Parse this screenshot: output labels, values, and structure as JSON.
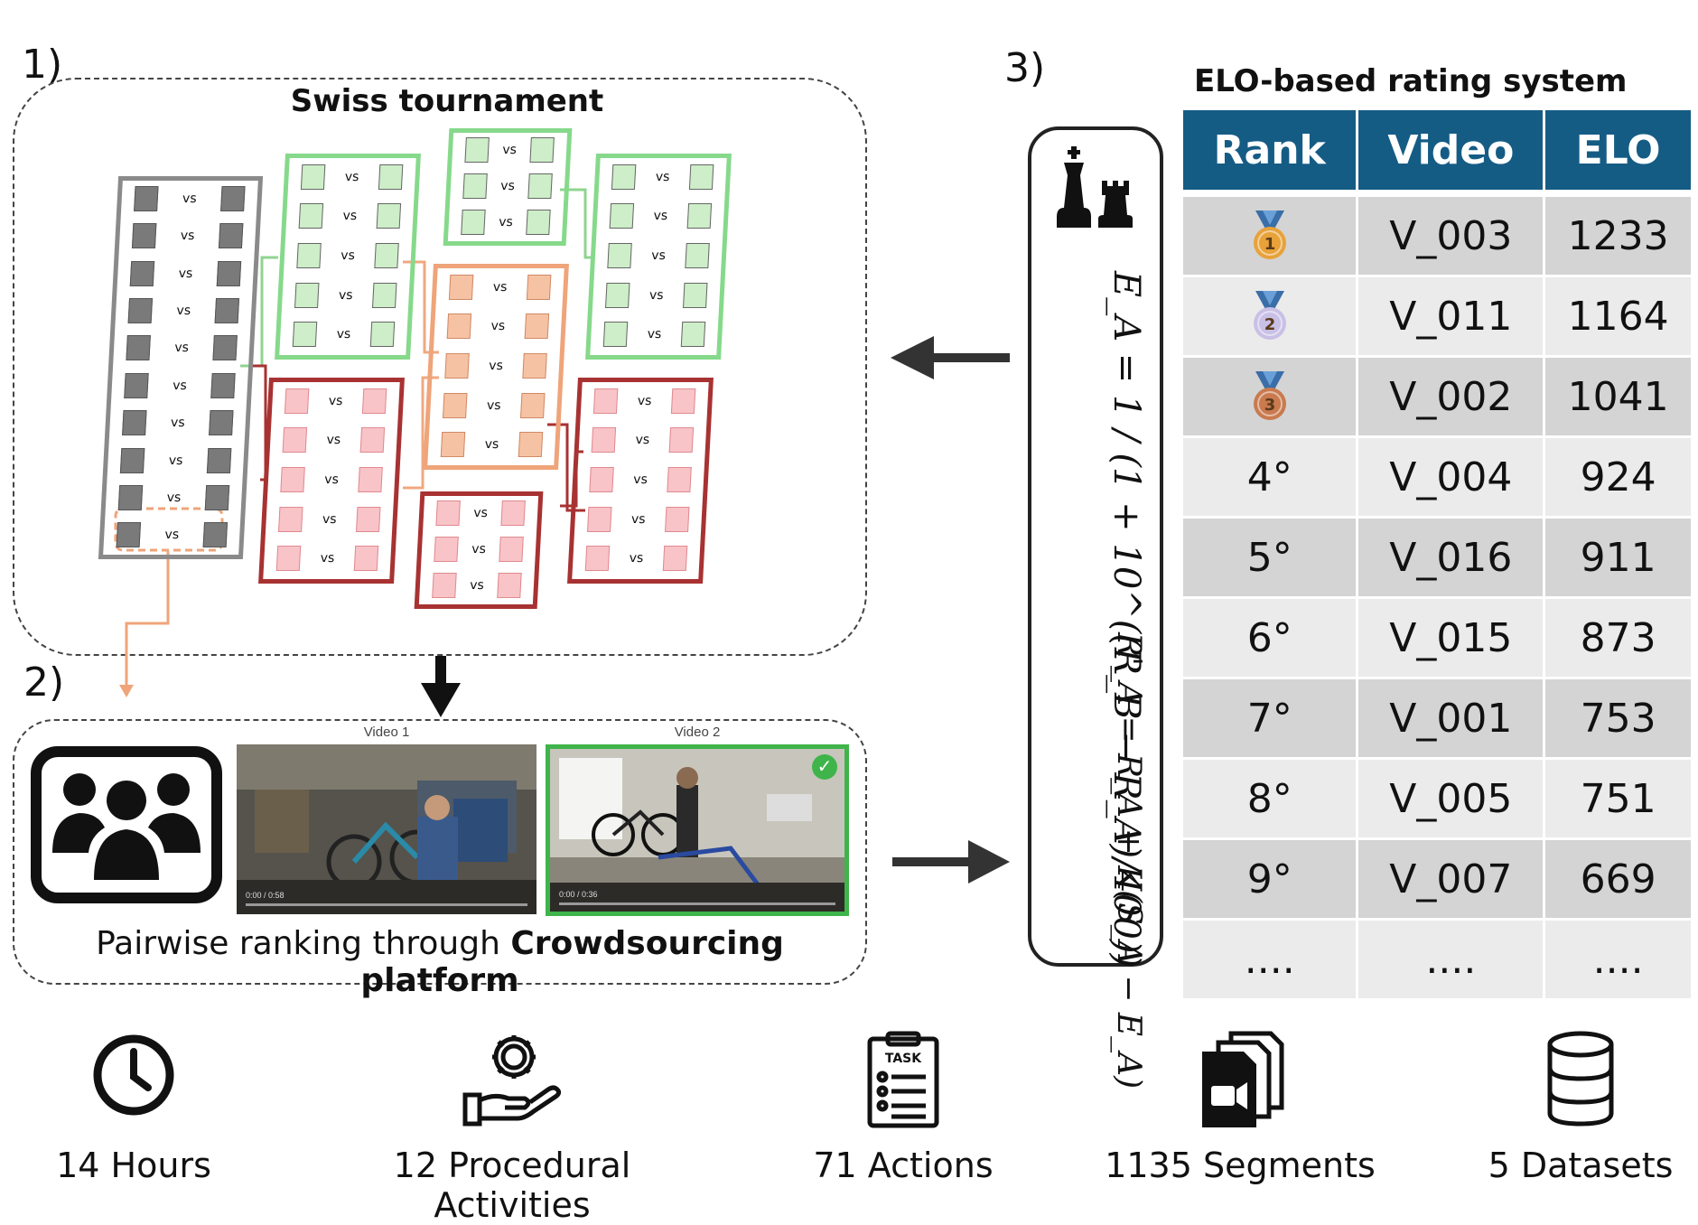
{
  "steps": {
    "s1": "1)",
    "s2": "2)",
    "s3": "3)"
  },
  "tournament": {
    "title": "Swiss tournament",
    "vs_label": "vs"
  },
  "crowd": {
    "prefix": "Pairwise ranking through ",
    "bold": "Crowdsourcing platform",
    "video1": {
      "label": "Video 1",
      "time": "0:00 / 0:58"
    },
    "video2": {
      "label": "Video 2",
      "time": "0:00 / 0:36"
    }
  },
  "formula": {
    "expected": "E_A = 1 / (1 + 10^((R_B − R_A)/400))",
    "update": "R'_A = R_A + K(S_A − E_A)"
  },
  "rating": {
    "title": "ELO-based rating system",
    "headers": [
      "Rank",
      "Video",
      "ELO"
    ],
    "rows": [
      {
        "rank": "1",
        "medal": "gold",
        "video": "V_003",
        "elo": "1233"
      },
      {
        "rank": "2",
        "medal": "silver",
        "video": "V_011",
        "elo": "1164"
      },
      {
        "rank": "3",
        "medal": "bronze",
        "video": "V_002",
        "elo": "1041"
      },
      {
        "rank": "4°",
        "medal": "",
        "video": "V_004",
        "elo": "924"
      },
      {
        "rank": "5°",
        "medal": "",
        "video": "V_016",
        "elo": "911"
      },
      {
        "rank": "6°",
        "medal": "",
        "video": "V_015",
        "elo": "873"
      },
      {
        "rank": "7°",
        "medal": "",
        "video": "V_001",
        "elo": "753"
      },
      {
        "rank": "8°",
        "medal": "",
        "video": "V_005",
        "elo": "751"
      },
      {
        "rank": "9°",
        "medal": "",
        "video": "V_007",
        "elo": "669"
      },
      {
        "rank": "....",
        "medal": "",
        "video": "....",
        "elo": "...."
      }
    ],
    "colors": {
      "header": "#155c85",
      "row_dark": "#d4d4d4",
      "row_light": "#ebebeb"
    }
  },
  "stats": [
    {
      "icon": "clock-icon",
      "label": "14 Hours"
    },
    {
      "icon": "hand-gear-icon",
      "label": "12 Procedural Activities"
    },
    {
      "icon": "task-clipboard-icon",
      "label": "71 Actions"
    },
    {
      "icon": "video-files-icon",
      "label": "1135 Segments"
    },
    {
      "icon": "database-icon",
      "label": "5 Datasets"
    }
  ],
  "colors": {
    "grey": "#8a8a8a",
    "green": "#86d98b",
    "orange": "#efa47a",
    "red": "#a83232",
    "accent_green": "#3fb44a"
  }
}
